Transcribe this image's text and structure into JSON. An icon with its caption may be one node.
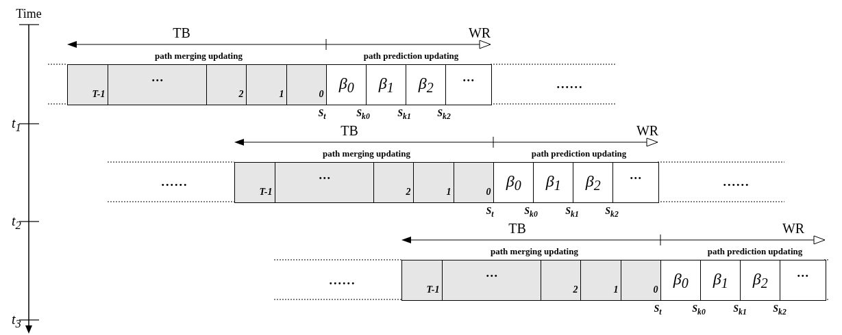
{
  "diagram": {
    "nodes": [
      {
        "text": [
          "T-1"
        ]
      },
      {
        "text": [
          "···"
        ]
      },
      {
        "text": [
          "2"
        ]
      },
      {
        "text": [
          "1"
        ]
      },
      {
        "text": [
          "0"
        ]
      },
      {
        "text": [
          "β$_{0}$"
        ]
      },
      {
        "text": [
          "β$_{1}$"
        ]
      },
      {
        "text": [
          "β$_{2}$"
        ]
      },
      {
        "text": [
          "···"
        ]
      },
      {
        "text": [
          "T-1"
        ]
      },
      {
        "text": [
          "···"
        ]
      },
      {
        "text": [
          "2"
        ]
      },
      {
        "text": [
          "1"
        ]
      },
      {
        "text": [
          "0"
        ]
      },
      {
        "text": [
          "β$_{0}$"
        ]
      },
      {
        "text": [
          "β$_{1}$"
        ]
      },
      {
        "text": [
          "β$_{2}$"
        ]
      },
      {
        "text": [
          "···"
        ]
      },
      {
        "text": [
          "T-1"
        ]
      },
      {
        "text": [
          "···"
        ]
      },
      {
        "text": [
          "2"
        ]
      },
      {
        "text": [
          "1"
        ]
      },
      {
        "text": [
          "0"
        ]
      },
      {
        "text": [
          "β$_{0}$"
        ]
      },
      {
        "text": [
          "β$_{1}$"
        ]
      },
      {
        "text": [
          "β$_{2}$"
        ]
      },
      {
        "text": [
          "···"
        ]
      }
    ],
    "edges": [],
    "labels": [
      "Time",
      "TB",
      "WR",
      "path merging updating",
      "path prediction updating",
      "......",
      "S$_{t}$",
      "S$_{k0}$",
      "S$_{k1}$",
      "S$_{k2}$",
      "t$_{1}$",
      "TB",
      "WR",
      "path merging updating",
      "path prediction updating",
      "......",
      "......",
      "S$_{t}$",
      "S$_{k0}$",
      "S$_{k1}$",
      "S$_{k2}$",
      "t$_{2}$",
      "TB",
      "WR",
      "path merging updating",
      "path prediction updating",
      "......",
      "S$_{t}$",
      "S$_{k0}$",
      "S$_{k1}$",
      "S$_{k2}$",
      "t$_{3}$"
    ]
  }
}
